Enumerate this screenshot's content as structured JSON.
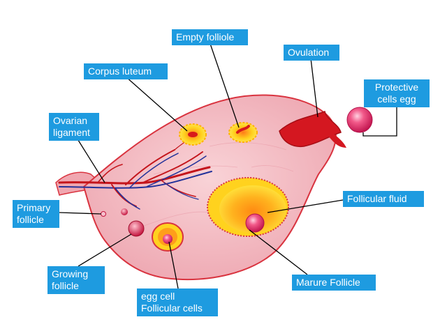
{
  "diagram": {
    "labels": {
      "empty_follicle": "Empty folliole",
      "ovulation": "Ovulation",
      "corpus_luteum": "Corpus luteum",
      "protective_cells_egg": "Protective\ncells egg",
      "ovarian_ligament": "Ovarian\nligament",
      "primary_follicle": "Primary\nfollicle",
      "follicular_fluid": "Follicular fluid",
      "growing_follicle": "Growing\nfollicle",
      "marure_follicle": "Marure Follicle",
      "egg_cell_follicular_cells": "egg cell\nFollicular cells"
    },
    "colors": {
      "label_bg": "#1e9be0",
      "ovary_fill": "#f3bcc3",
      "ovary_edge": "#d9333f",
      "vessel_red": "#c4151c",
      "vessel_blue": "#23329a",
      "follicle_yellow": "#ffd21e",
      "follicle_orange": "#ff9e1b",
      "egg_pink": "#e8336d"
    }
  }
}
